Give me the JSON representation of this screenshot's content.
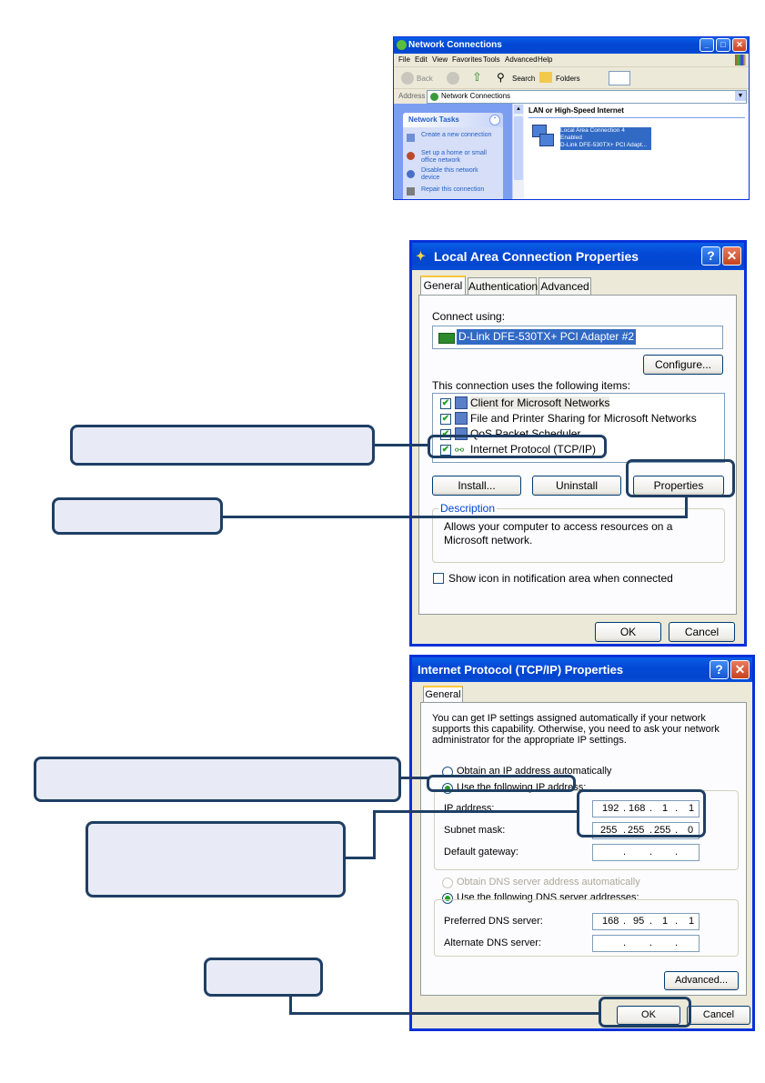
{
  "nc": {
    "title": "Network Connections",
    "menu": [
      "File",
      "Edit",
      "View",
      "Favorites",
      "Tools",
      "Advanced",
      "Help"
    ],
    "toolbar": {
      "back": "Back",
      "search": "Search",
      "folders": "Folders"
    },
    "address_label": "Address",
    "address_value": "Network Connections",
    "tasks_header": "Network Tasks",
    "tasks": [
      "Create a new connection",
      "Set up a home or small office network",
      "Disable this network device",
      "Repair this connection"
    ],
    "group_header": "LAN or High-Speed Internet",
    "connection": {
      "name": "Local Area Connection 4",
      "status": "Enabled",
      "adapter": "D-Link DFE-530TX+ PCI Adapt..."
    }
  },
  "lac": {
    "title": "Local Area Connection Properties",
    "tabs": [
      "General",
      "Authentication",
      "Advanced"
    ],
    "connect_using_label": "Connect using:",
    "adapter": "D-Link DFE-530TX+ PCI Adapter #2",
    "configure": "Configure...",
    "items_label": "This connection uses the following items:",
    "items": [
      "Client for Microsoft Networks",
      "File and Printer Sharing for Microsoft Networks",
      "QoS Packet Scheduler",
      "Internet Protocol (TCP/IP)"
    ],
    "install": "Install...",
    "uninstall": "Uninstall",
    "properties": "Properties",
    "description_label": "Description",
    "description": "Allows your computer to access resources on a Microsoft network.",
    "show_icon": "Show icon in notification area when connected",
    "ok": "OK",
    "cancel": "Cancel"
  },
  "tcp": {
    "title": "Internet Protocol (TCP/IP) Properties",
    "tab": "General",
    "intro": "You can get IP settings assigned automatically if your network supports this capability. Otherwise, you need to ask your network administrator for the appropriate IP settings.",
    "obtain_ip": "Obtain an IP address automatically",
    "use_ip": "Use the following IP address:",
    "ip_label": "IP address:",
    "ip": [
      "192",
      "168",
      "1",
      "1"
    ],
    "mask_label": "Subnet mask:",
    "mask": [
      "255",
      "255",
      "255",
      "0"
    ],
    "gateway_label": "Default gateway:",
    "obtain_dns": "Obtain DNS server address automatically",
    "use_dns": "Use the following DNS server addresses:",
    "pref_dns_label": "Preferred DNS server:",
    "pref_dns": [
      "168",
      "95",
      "1",
      "1"
    ],
    "alt_dns_label": "Alternate DNS server:",
    "advanced": "Advanced...",
    "ok": "OK",
    "cancel": "Cancel"
  },
  "colors": {
    "xp_blue": "#0831d9",
    "callout_border": "#1f3f64",
    "callout_fill": "#e8ebf5",
    "selection": "#316ac5"
  }
}
